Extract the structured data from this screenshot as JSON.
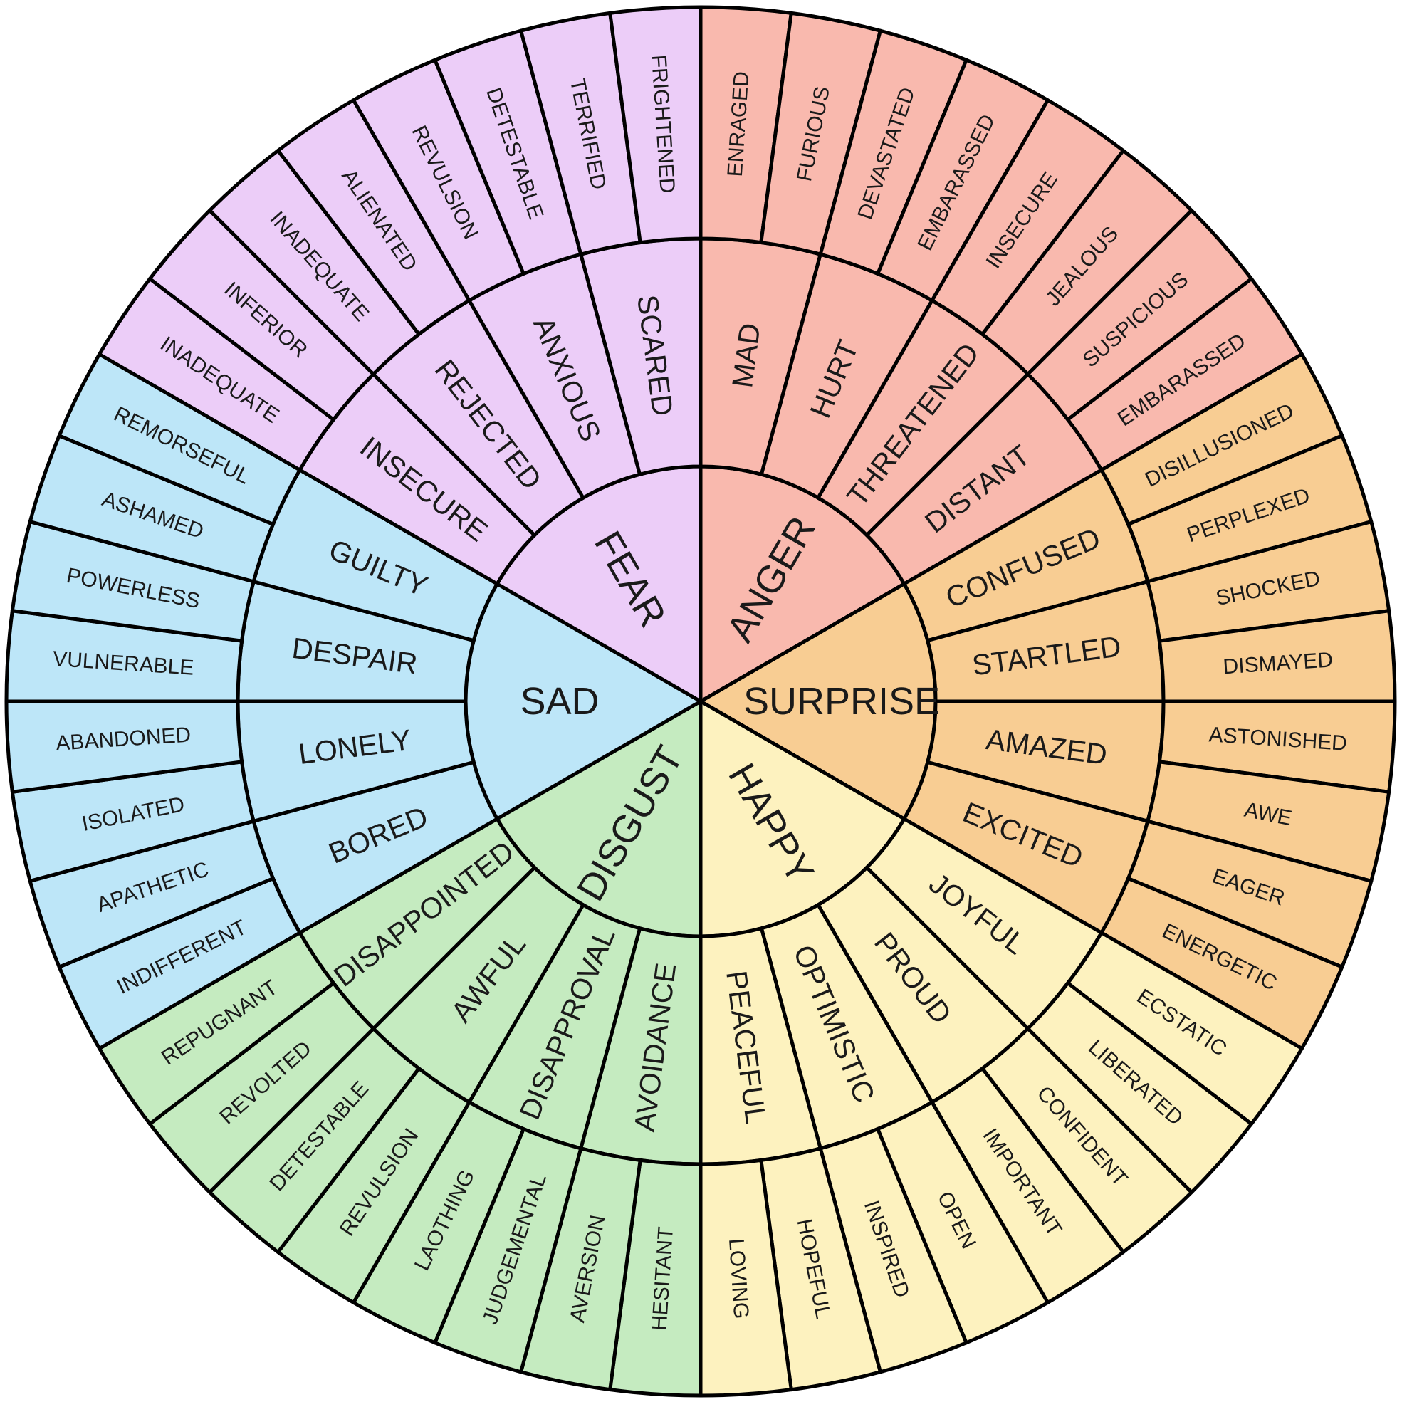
{
  "wheel": {
    "groups": [
      {
        "core": "ANGER",
        "color": "#f9b9ae",
        "mid": [
          {
            "label": "MAD",
            "outer": [
              "ENRAGED",
              "FURIOUS"
            ]
          },
          {
            "label": "HURT",
            "outer": [
              "DEVASTATED",
              "EMBARASSED"
            ]
          },
          {
            "label": "THREATENED",
            "outer": [
              "INSECURE",
              "JEALOUS"
            ]
          },
          {
            "label": "DISTANT",
            "outer": [
              "SUSPICIOUS",
              "EMBARASSED"
            ]
          }
        ]
      },
      {
        "core": "SURPRISE",
        "color": "#f8cd93",
        "mid": [
          {
            "label": "CONFUSED",
            "outer": [
              "DISILLUSIONED",
              "PERPLEXED"
            ]
          },
          {
            "label": "STARTLED",
            "outer": [
              "SHOCKED",
              "DISMAYED"
            ]
          },
          {
            "label": "AMAZED",
            "outer": [
              "ASTONISHED",
              "AWE"
            ]
          },
          {
            "label": "EXCITED",
            "outer": [
              "EAGER",
              "ENERGETIC"
            ]
          }
        ]
      },
      {
        "core": "HAPPY",
        "color": "#fdf2bf",
        "mid": [
          {
            "label": "JOYFUL",
            "outer": [
              "ECSTATIC",
              "LIBERATED"
            ]
          },
          {
            "label": "PROUD",
            "outer": [
              "CONFIDENT",
              "IMPORTANT"
            ]
          },
          {
            "label": "OPTIMISTIC",
            "outer": [
              "OPEN",
              "INSPIRED"
            ]
          },
          {
            "label": "PEACEFUL",
            "outer": [
              "HOPEFUL",
              "LOVING"
            ]
          }
        ]
      },
      {
        "core": "DISGUST",
        "color": "#c5ebc0",
        "mid": [
          {
            "label": "AVOIDANCE",
            "outer": [
              "HESITANT",
              "AVERSION"
            ]
          },
          {
            "label": "DISAPPROVAL",
            "outer": [
              "JUDGEMENTAL",
              "LAOTHING"
            ]
          },
          {
            "label": "AWFUL",
            "outer": [
              "REVULSION",
              "DETESTABLE"
            ]
          },
          {
            "label": "DISAPPOINTED",
            "outer": [
              "REVOLTED",
              "REPUGNANT"
            ]
          }
        ]
      },
      {
        "core": "SAD",
        "color": "#bde6f8",
        "mid": [
          {
            "label": "BORED",
            "outer": [
              "INDIFFERENT",
              "APATHETIC"
            ]
          },
          {
            "label": "LONELY",
            "outer": [
              "ISOLATED",
              "ABANDONED"
            ]
          },
          {
            "label": "DESPAIR",
            "outer": [
              "VULNERABLE",
              "POWERLESS"
            ]
          },
          {
            "label": "GUILTY",
            "outer": [
              "ASHAMED",
              "REMORSEFUL"
            ]
          }
        ]
      },
      {
        "core": "FEAR",
        "color": "#eccdf8",
        "mid": [
          {
            "label": "INSECURE",
            "outer": [
              "INADEQUATE",
              "INFERIOR"
            ]
          },
          {
            "label": "REJECTED",
            "outer": [
              "INADEQUATE",
              "ALIENATED"
            ]
          },
          {
            "label": "ANXIOUS",
            "outer": [
              "REVULSION",
              "DETESTABLE"
            ]
          },
          {
            "label": "SCARED",
            "outer": [
              "TERRIFIED",
              "FRIGHTENED"
            ]
          }
        ]
      }
    ]
  }
}
